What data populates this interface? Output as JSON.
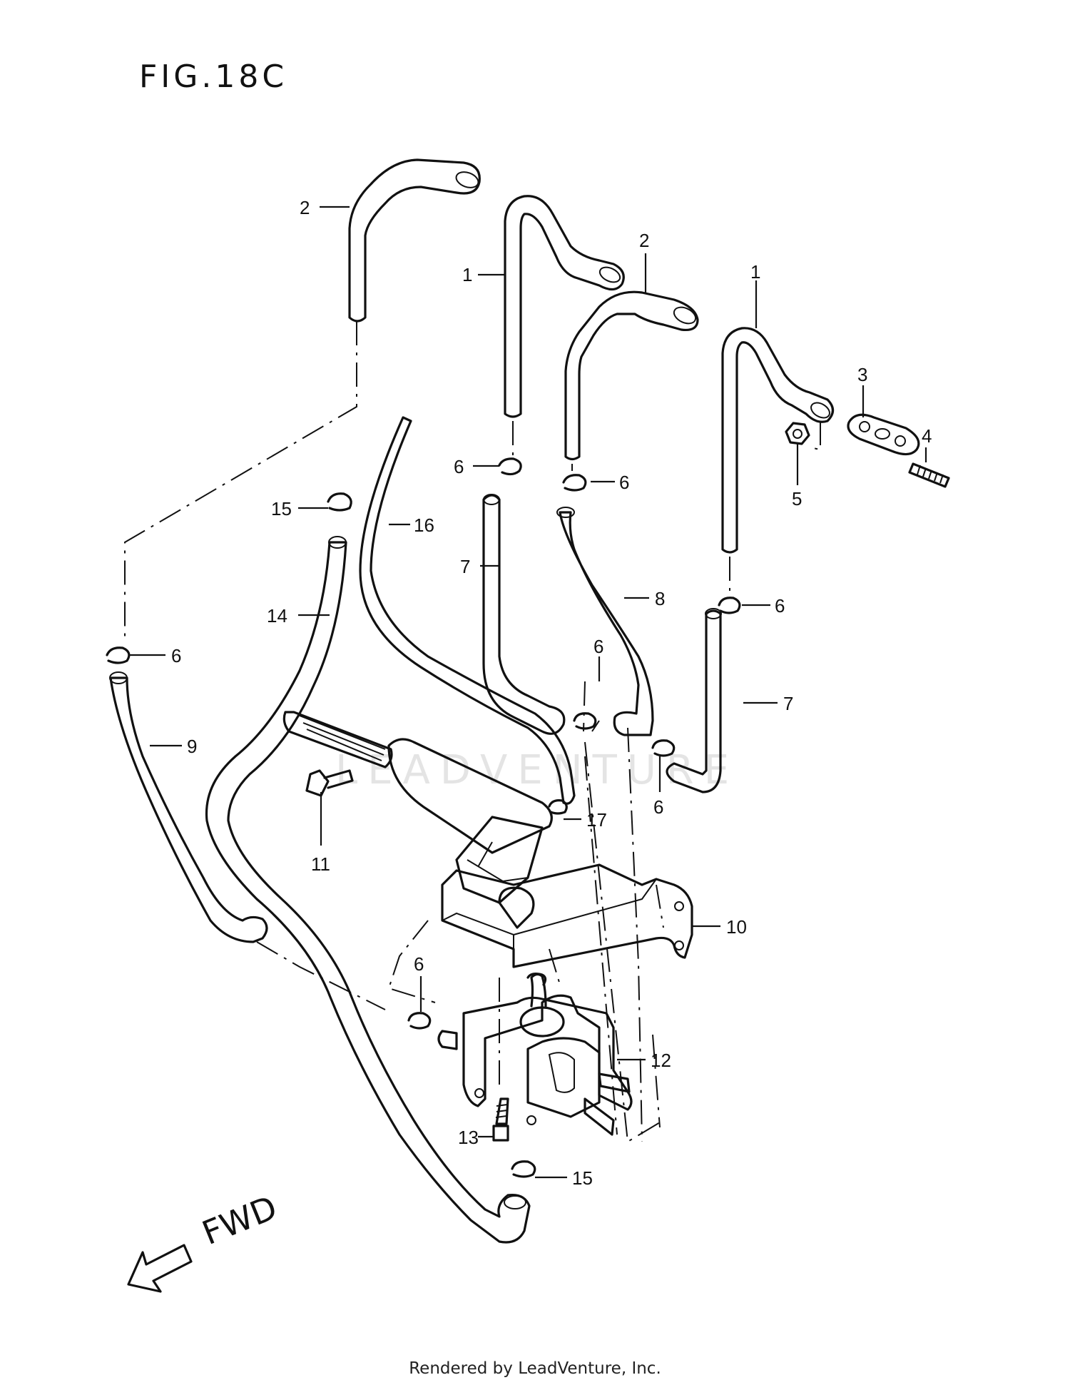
{
  "figure": {
    "title": "FIG.18C"
  },
  "direction_label": "FWD",
  "watermark": "LEADVENTURE",
  "footer": "Rendered by LeadVenture, Inc.",
  "callouts": [
    "2",
    "1",
    "2",
    "1",
    "3",
    "4",
    "5",
    "6",
    "6",
    "6",
    "6",
    "6",
    "6",
    "15",
    "16",
    "7",
    "14",
    "8",
    "7",
    "9",
    "17",
    "11",
    "10",
    "6",
    "12",
    "13",
    "15"
  ]
}
